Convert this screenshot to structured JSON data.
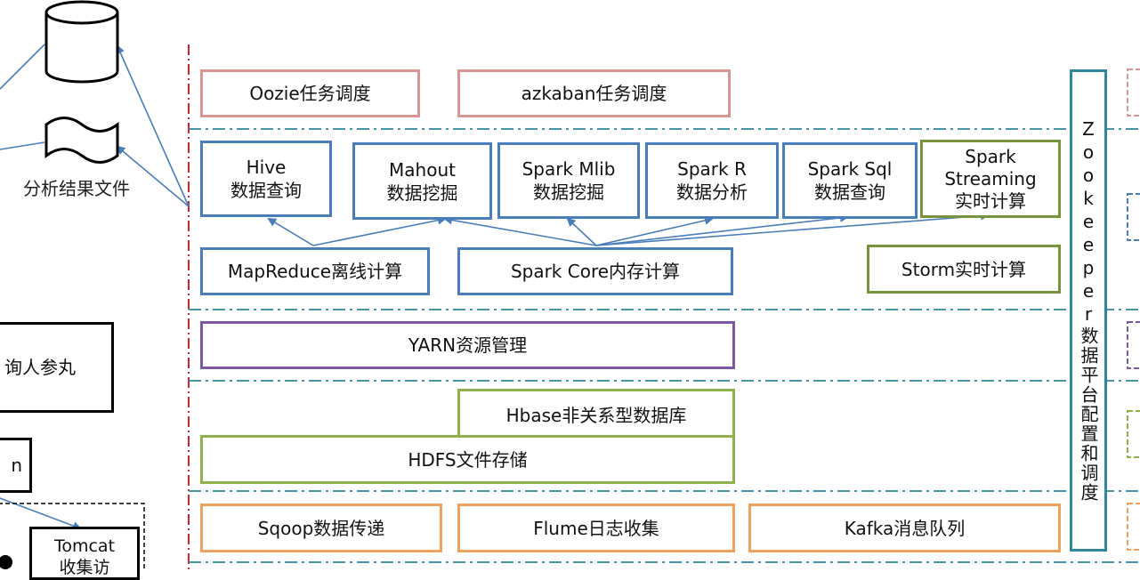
{
  "top_row": [
    "Oozie任务调度",
    "azkaban任务调度"
  ],
  "compute": [
    "Hive\n数据查询",
    "Mahout\n数据挖掘",
    "Spark Mlib\n数据挖掘",
    "Spark R\n数据分析",
    "Spark Sql\n数据查询",
    "Spark\nStreaming\n实时计算"
  ],
  "engines": [
    "MapReduce离线计算",
    "Spark Core内存计算",
    "Storm实时计算"
  ],
  "yarn": "YARN资源管理",
  "hbase": "Hbase非关系型数据库",
  "hdfs": "HDFS文件存储",
  "ingest": [
    "Sqoop数据传递",
    "Flume日志收集",
    "Kafka消息队列"
  ],
  "zookeeper": "Zookeeper数据平台配置和调度",
  "left": {
    "result_file": "分析结果文件",
    "box_partial_1": "询人参丸",
    "box_partial_2": "n",
    "tomcat": "Tomcat\n收集访"
  },
  "colors": {
    "blue": "#4a7ebb",
    "green": "#8fb04a",
    "pink": "#d99594",
    "purple": "#7b59a3",
    "orange": "#f0a15e",
    "teal": "#31859c",
    "red": "#d9262c"
  }
}
